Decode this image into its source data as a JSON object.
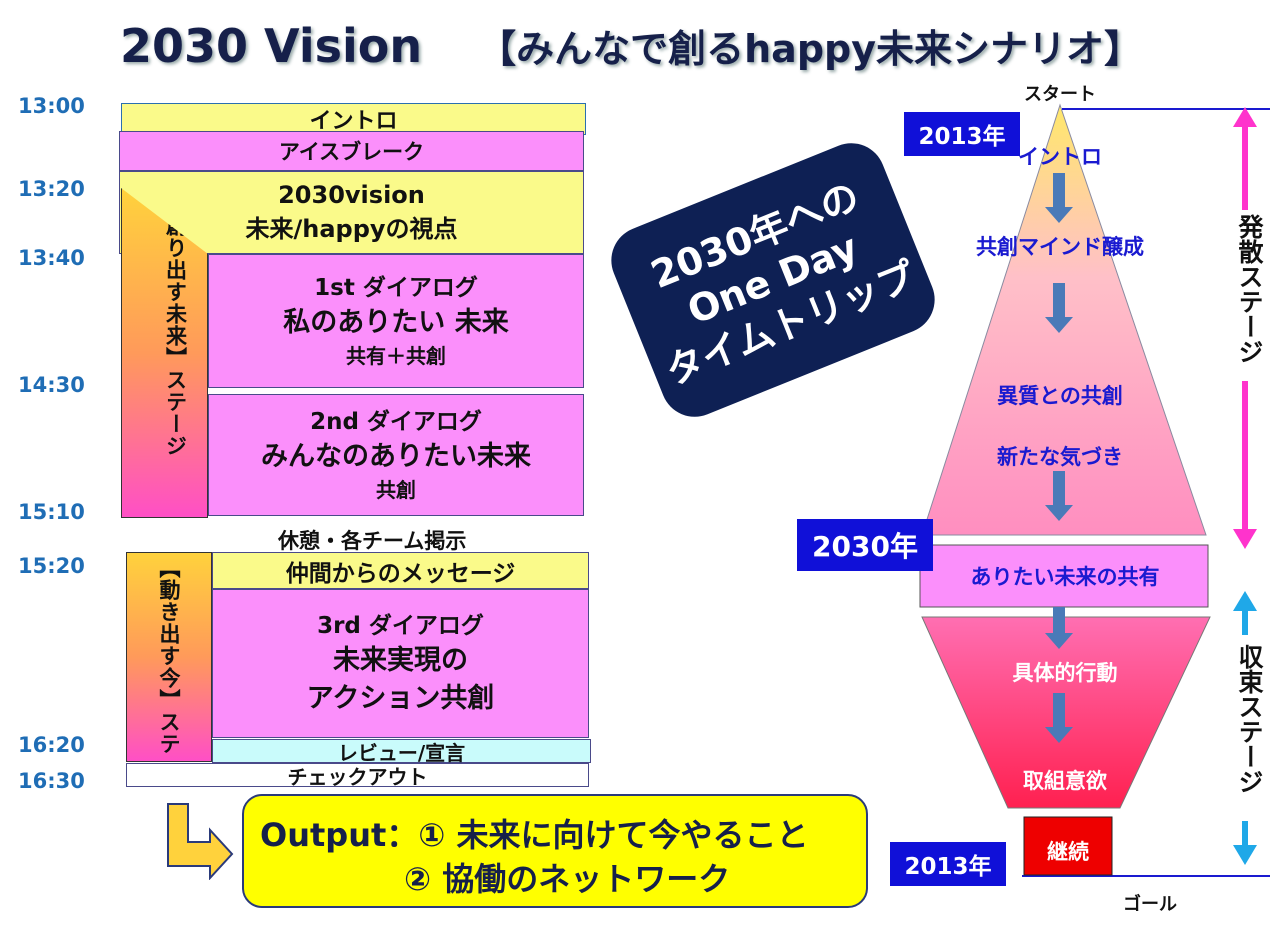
{
  "title": {
    "main": "2030 Vision",
    "sub": "【みんなで創るhappy未来シナリオ】"
  },
  "times": [
    "13:00",
    "13:20",
    "13:40",
    "14:30",
    "15:10",
    "15:20",
    "16:20",
    "16:30"
  ],
  "left": {
    "intro": "イントロ",
    "icebreak": "アイスブレーク",
    "vision": {
      "line1": "2030vision",
      "line2": "未来/happyの視点"
    },
    "stage1": "【創り出す未来】ステージ",
    "dialog1": {
      "line1": "1st ダイアログ",
      "line2": "私のありたい 未来",
      "line3": "共有＋共創"
    },
    "dialog2": {
      "line1": "2nd ダイアログ",
      "line2": "みんなのありたい未来",
      "line3": "共創"
    },
    "break": "休憩・各チーム掲示",
    "message": "仲間からのメッセージ",
    "stage2": "【動き出す今】ステ",
    "dialog3": {
      "line1": "3rd ダイアログ",
      "line2": "未来実現の",
      "line3": "アクション共創"
    },
    "review": "レビュー/宣言",
    "checkout": "チェックアウト"
  },
  "center": {
    "line1": "2030年への",
    "line2": "One Day",
    "line3": "タイムトリップ"
  },
  "output": {
    "line1": "Output：① 未来に向けて今やること",
    "line2": "② 協働のネットワーク"
  },
  "right": {
    "start": "スタート",
    "goal": "ゴール",
    "year_start": "2013年",
    "year_mid": "2030年",
    "year_end": "2013年",
    "steps": [
      "イントロ",
      "共創マインド醸成",
      "異質との共創",
      "新たな気づき",
      "ありたい未来の共有",
      "具体的行動",
      "取組意欲",
      "継続"
    ],
    "stage_diverge": "発散ステージ",
    "stage_converge": "収束ステージ"
  },
  "colors": {
    "navy": "#0e2054",
    "time_blue": "#1f6db5",
    "year_blue": "#1010d8",
    "magenta_arrow": "#ff33cc",
    "cyan_arrow": "#1fa8e8",
    "red_box": "#ee0000"
  }
}
